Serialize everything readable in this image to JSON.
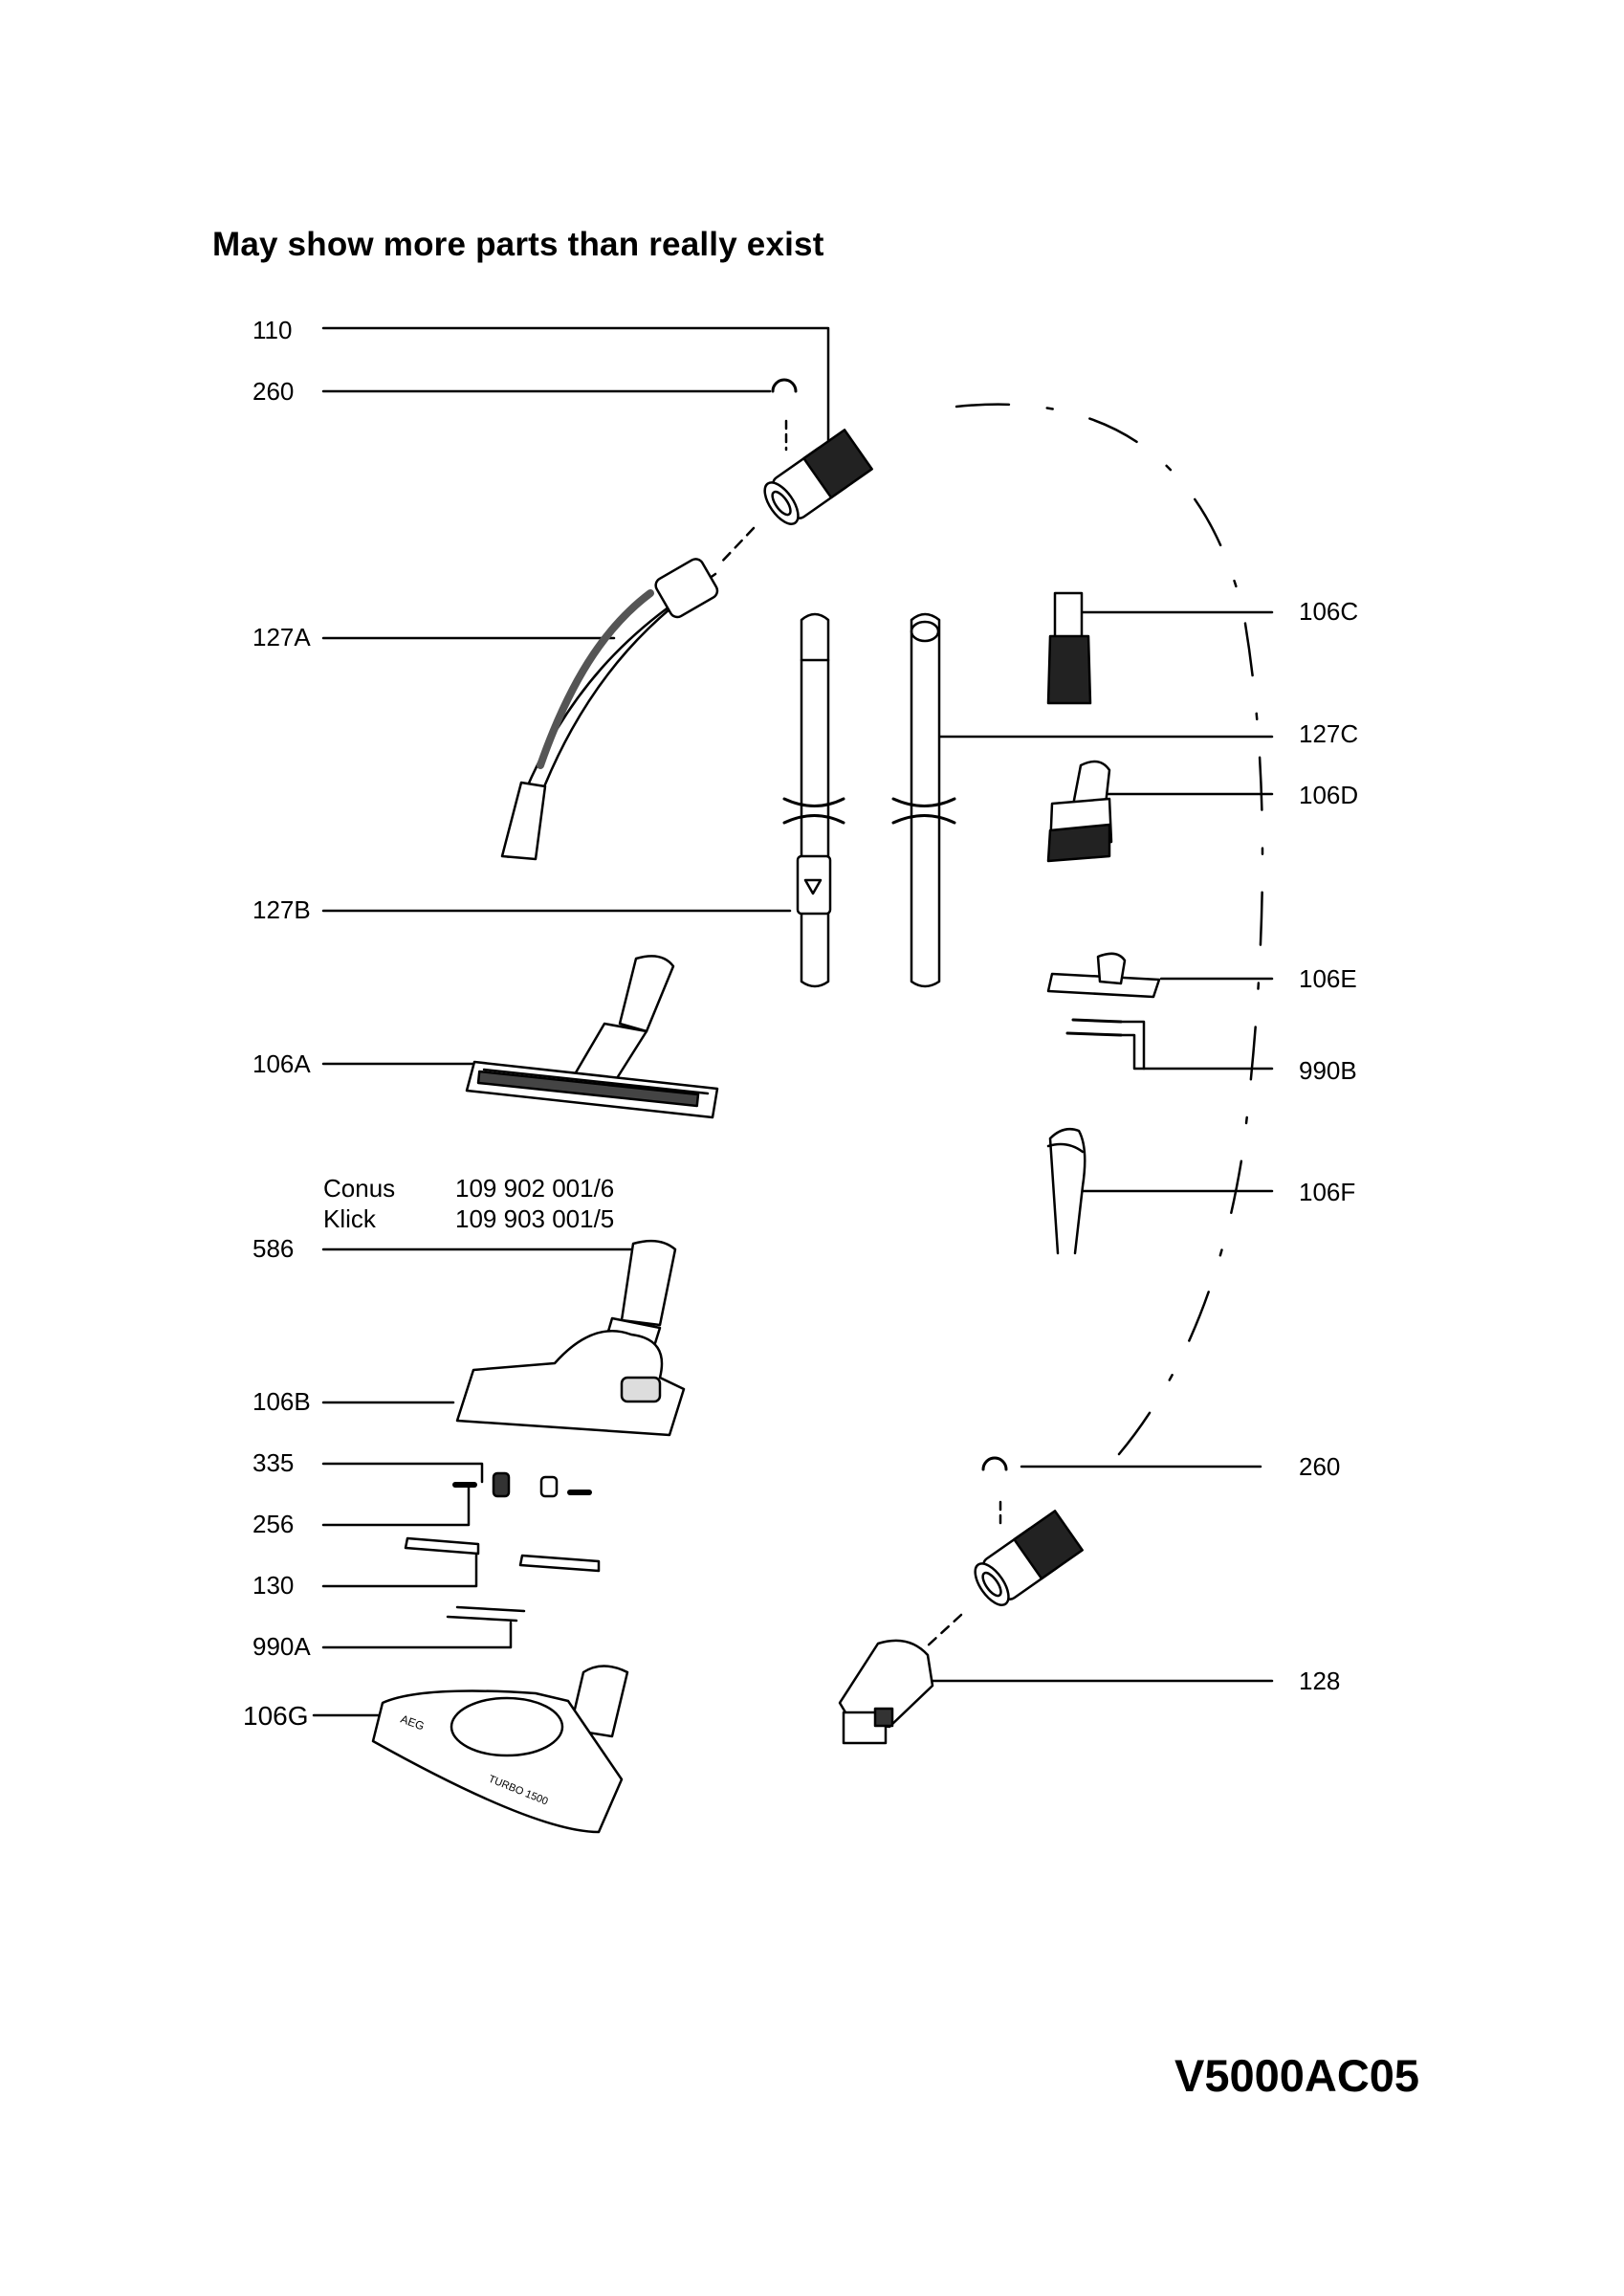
{
  "title": "May show more parts than really exist",
  "code": "V5000AC05",
  "labels": {
    "p110": "110",
    "p260a": "260",
    "p127A": "127A",
    "p127B": "127B",
    "p106A": "106A",
    "p586": "586",
    "p106B": "106B",
    "p335": "335",
    "p256": "256",
    "p130": "130",
    "p990A": "990A",
    "p106G": "106G",
    "p106C": "106C",
    "p127C": "127C",
    "p106D": "106D",
    "p106E": "106E",
    "p990B": "990B",
    "p106F": "106F",
    "p260b": "260",
    "p128": "128"
  },
  "variants": [
    {
      "name": "Conus",
      "number": "109 902 001/6"
    },
    {
      "name": "Klick",
      "number": "109 903 001/5"
    }
  ],
  "nozzle_print": {
    "brand": "AEG",
    "model": "TURBO 1500"
  }
}
